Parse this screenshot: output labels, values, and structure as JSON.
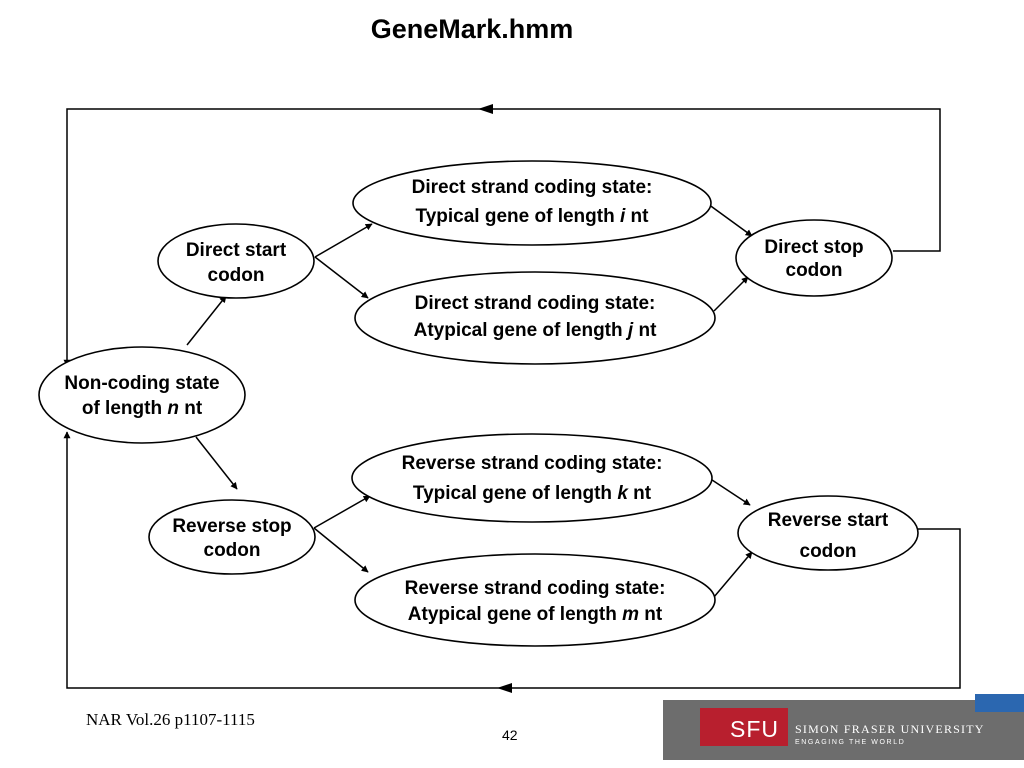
{
  "title": "GeneMark.hmm",
  "nodes": {
    "noncoding": {
      "line1": "Non-coding state",
      "line2_pre": "of length ",
      "line2_var": "n",
      "line2_post": " nt"
    },
    "direct_start": {
      "line1": "Direct start",
      "line2": "codon"
    },
    "direct_typical": {
      "line1": "Direct strand coding state:",
      "line2_pre": "Typical gene of length ",
      "line2_var": "i",
      "line2_post": " nt"
    },
    "direct_atypical": {
      "line1": "Direct strand coding state:",
      "line2_pre": "Atypical gene of length ",
      "line2_var": "j",
      "line2_post": " nt"
    },
    "direct_stop": {
      "line1": "Direct stop",
      "line2": "codon"
    },
    "reverse_stop": {
      "line1": "Reverse stop",
      "line2": "codon"
    },
    "reverse_typical": {
      "line1": "Reverse strand coding state:",
      "line2_pre": "Typical gene of length ",
      "line2_var": "k",
      "line2_post": " nt"
    },
    "reverse_atypical": {
      "line1": "Reverse strand coding state:",
      "line2_pre": "Atypical gene of length ",
      "line2_var": "m",
      "line2_post": " nt"
    },
    "reverse_start": {
      "line1": "Reverse start",
      "line2": "codon"
    }
  },
  "footer": {
    "reference": "NAR Vol.26 p1107-1115",
    "page_number": "42",
    "logo_abbrev": "SFU",
    "university_name": "SIMON FRASER UNIVERSITY",
    "tagline": "ENGAGING THE WORLD",
    "colors": {
      "logo_red": "#b81f2e",
      "bar_gray": "#6d6d6d",
      "accent_blue": "#2b67b0"
    }
  }
}
